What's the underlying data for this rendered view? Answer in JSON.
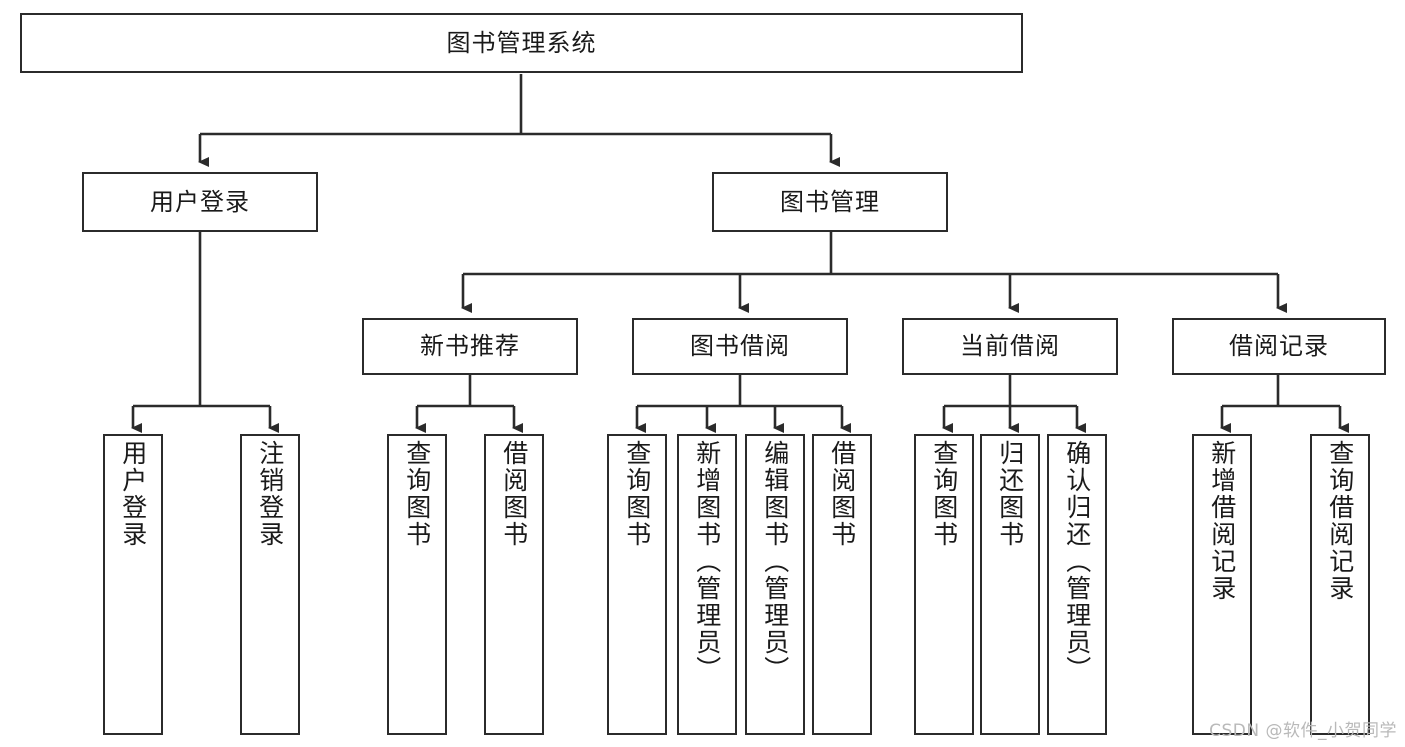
{
  "diagram": {
    "title": "图书管理系统",
    "type": "tree-hierarchy",
    "watermark": "CSDN @软件_小贺同学",
    "colors": {
      "box_border": "#2b2b2b",
      "box_fill": "#ffffff",
      "connector": "#2b2b2b",
      "text": "#1a1a1a",
      "watermark": "#b9b9b9",
      "background": "#ffffff"
    },
    "root": {
      "id": "root",
      "label": "图书管理系统",
      "orientation": "horizontal"
    },
    "level2": [
      {
        "id": "user-login",
        "label": "用户登录",
        "orientation": "horizontal"
      },
      {
        "id": "book-management",
        "label": "图书管理",
        "orientation": "horizontal"
      }
    ],
    "level3": [
      {
        "id": "new-book-recommend",
        "label": "新书推荐",
        "orientation": "horizontal",
        "parent": "book-management"
      },
      {
        "id": "book-borrow",
        "label": "图书借阅",
        "orientation": "horizontal",
        "parent": "book-management"
      },
      {
        "id": "current-borrow",
        "label": "当前借阅",
        "orientation": "horizontal",
        "parent": "book-management"
      },
      {
        "id": "borrow-record",
        "label": "借阅记录",
        "orientation": "horizontal",
        "parent": "book-management"
      }
    ],
    "leaves": [
      {
        "id": "leaf-user-login",
        "label": "用户登录",
        "parent": "user-login",
        "orientation": "vertical"
      },
      {
        "id": "leaf-logout-login",
        "label": "注销登录",
        "parent": "user-login",
        "orientation": "vertical"
      },
      {
        "id": "leaf-query-book-1",
        "label": "查询图书",
        "parent": "new-book-recommend",
        "orientation": "vertical"
      },
      {
        "id": "leaf-borrow-book-1",
        "label": "借阅图书",
        "parent": "new-book-recommend",
        "orientation": "vertical"
      },
      {
        "id": "leaf-query-book-2",
        "label": "查询图书",
        "parent": "book-borrow",
        "orientation": "vertical"
      },
      {
        "id": "leaf-add-book",
        "label": "新增图书（管理员）",
        "parent": "book-borrow",
        "orientation": "vertical"
      },
      {
        "id": "leaf-edit-book",
        "label": "编辑图书（管理员）",
        "parent": "book-borrow",
        "orientation": "vertical"
      },
      {
        "id": "leaf-borrow-book-2",
        "label": "借阅图书",
        "parent": "book-borrow",
        "orientation": "vertical"
      },
      {
        "id": "leaf-query-book-3",
        "label": "查询图书",
        "parent": "current-borrow",
        "orientation": "vertical"
      },
      {
        "id": "leaf-return-book",
        "label": "归还图书",
        "parent": "current-borrow",
        "orientation": "vertical"
      },
      {
        "id": "leaf-confirm-return",
        "label": "确认归还（管理员）",
        "parent": "current-borrow",
        "orientation": "vertical"
      },
      {
        "id": "leaf-add-record",
        "label": "新增借阅记录",
        "parent": "borrow-record",
        "orientation": "vertical"
      },
      {
        "id": "leaf-query-record",
        "label": "查询借阅记录",
        "parent": "borrow-record",
        "orientation": "vertical"
      }
    ]
  }
}
